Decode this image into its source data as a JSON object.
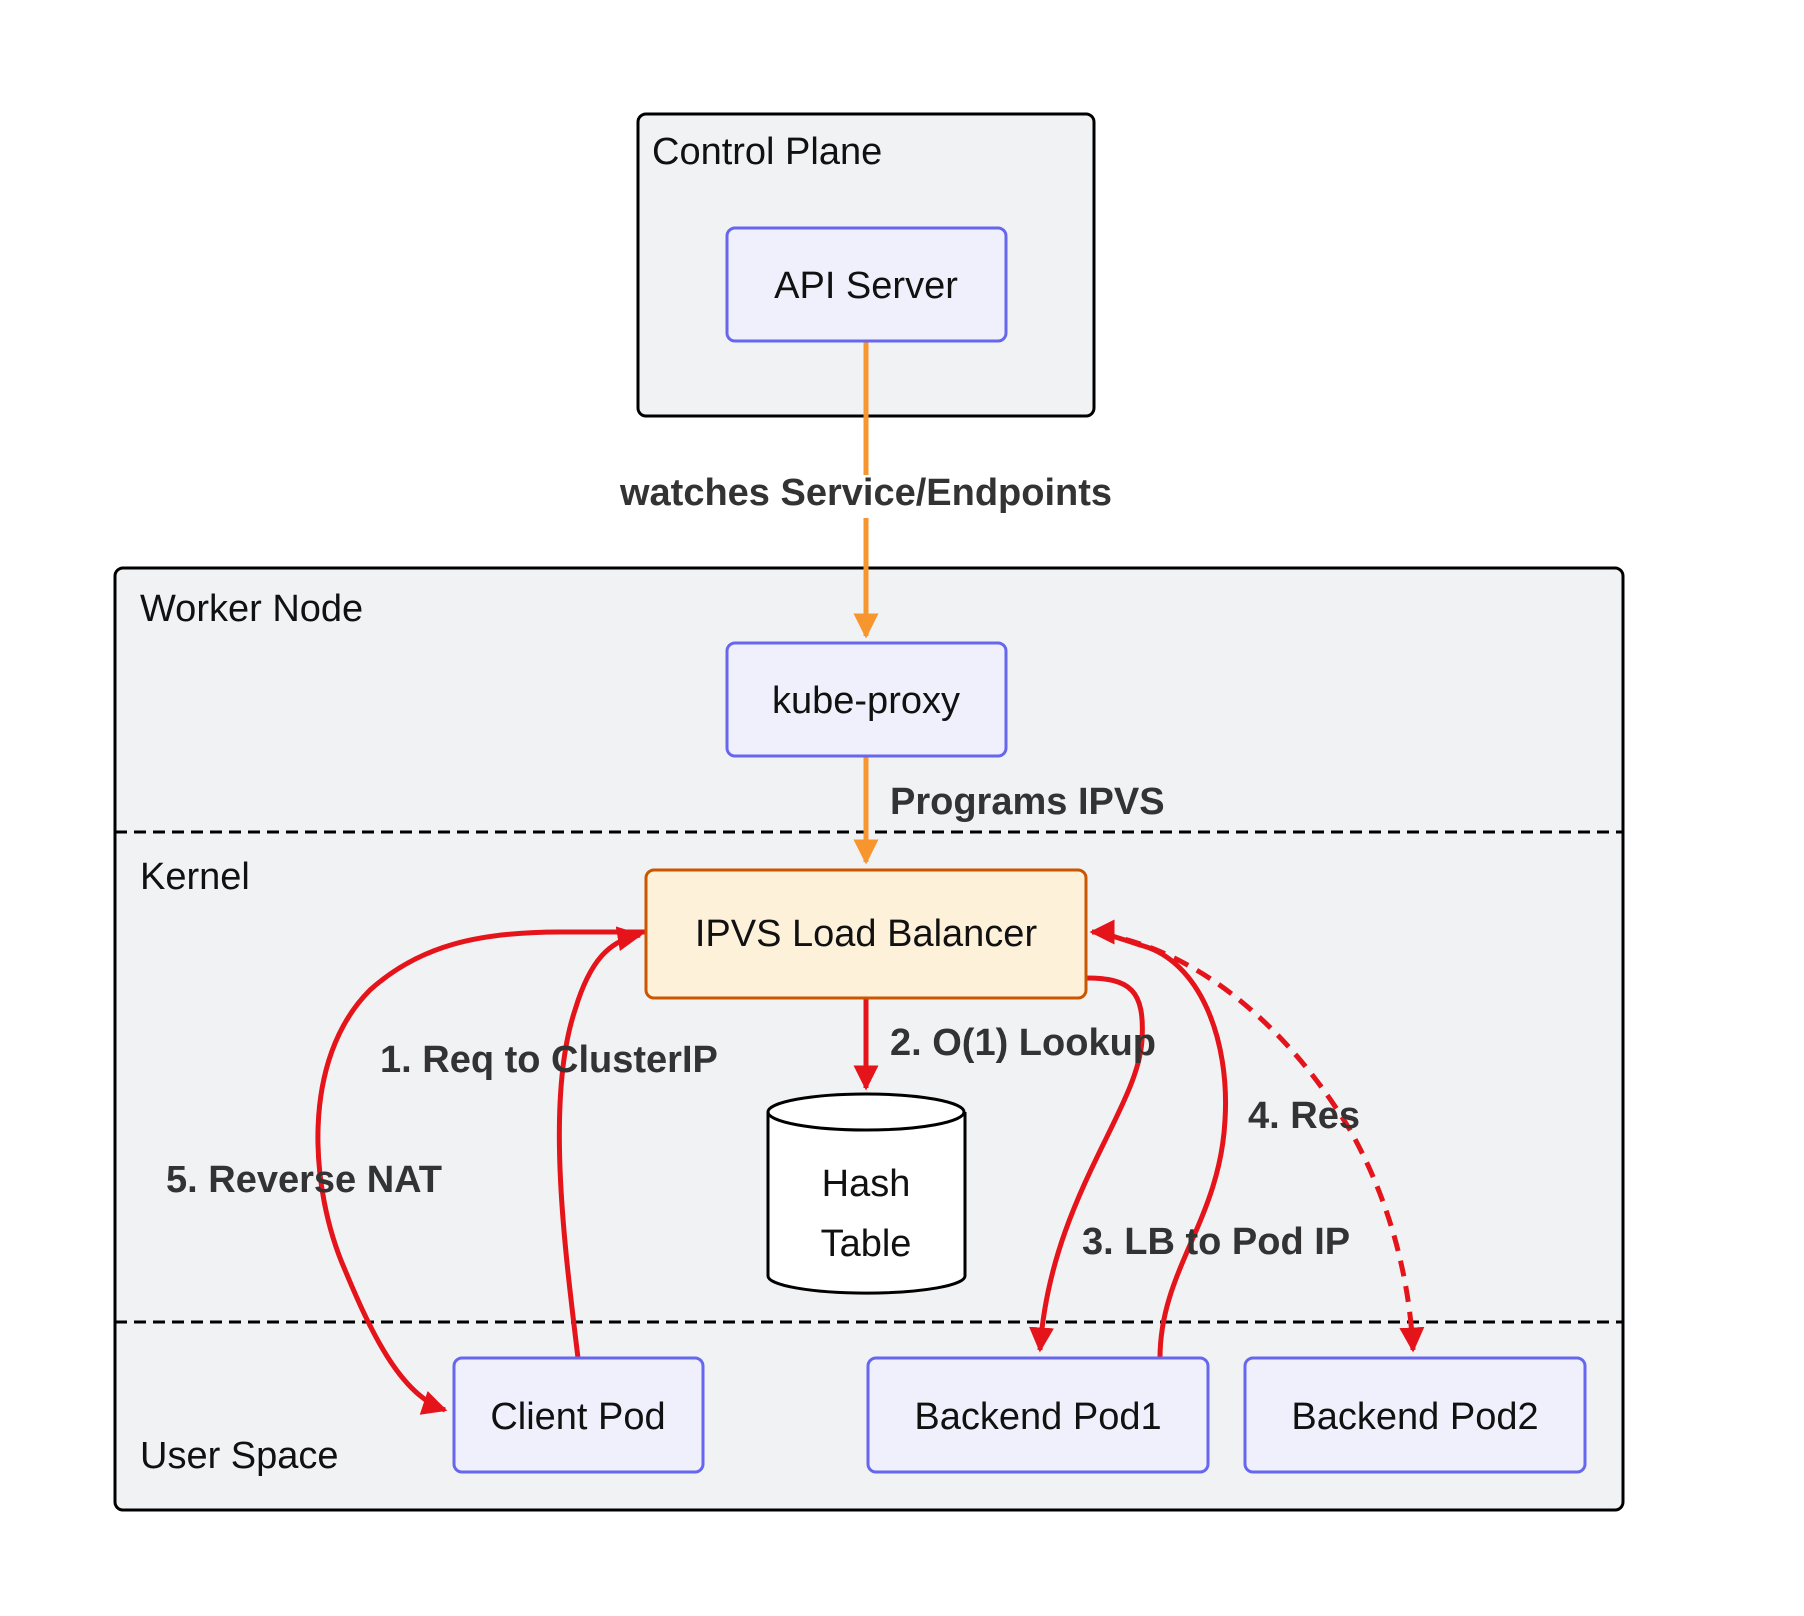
{
  "colors": {
    "cluster_fill": "#f1f2f4",
    "cluster_stroke": "#000000",
    "node_fill": "#f0f0fc",
    "node_stroke": "#6666ee",
    "lb_fill": "#fdf1da",
    "lb_stroke": "#cc5500",
    "orange_edge": "#f7952e",
    "red_edge": "#e5141a",
    "db_fill": "#ffffff"
  },
  "clusters": {
    "control_plane": "Control Plane",
    "worker_node": "Worker Node",
    "kernel": "Kernel",
    "user_space": "User Space"
  },
  "nodes": {
    "api_server": "API Server",
    "kube_proxy": "kube-proxy",
    "ipvs": "IPVS Load Balancer",
    "hash_table_line1": "Hash",
    "hash_table_line2": "Table",
    "client_pod": "Client Pod",
    "backend_pod1": "Backend Pod1",
    "backend_pod2": "Backend Pod2"
  },
  "edges": {
    "watches": "watches Service/Endpoints",
    "programs": "Programs IPVS",
    "req": "1. Req to ClusterIP",
    "lookup": "2. O(1) Lookup",
    "lb_to_pod": "3. LB to Pod IP",
    "res": "4. Res",
    "reverse_nat": "5. Reverse NAT"
  }
}
